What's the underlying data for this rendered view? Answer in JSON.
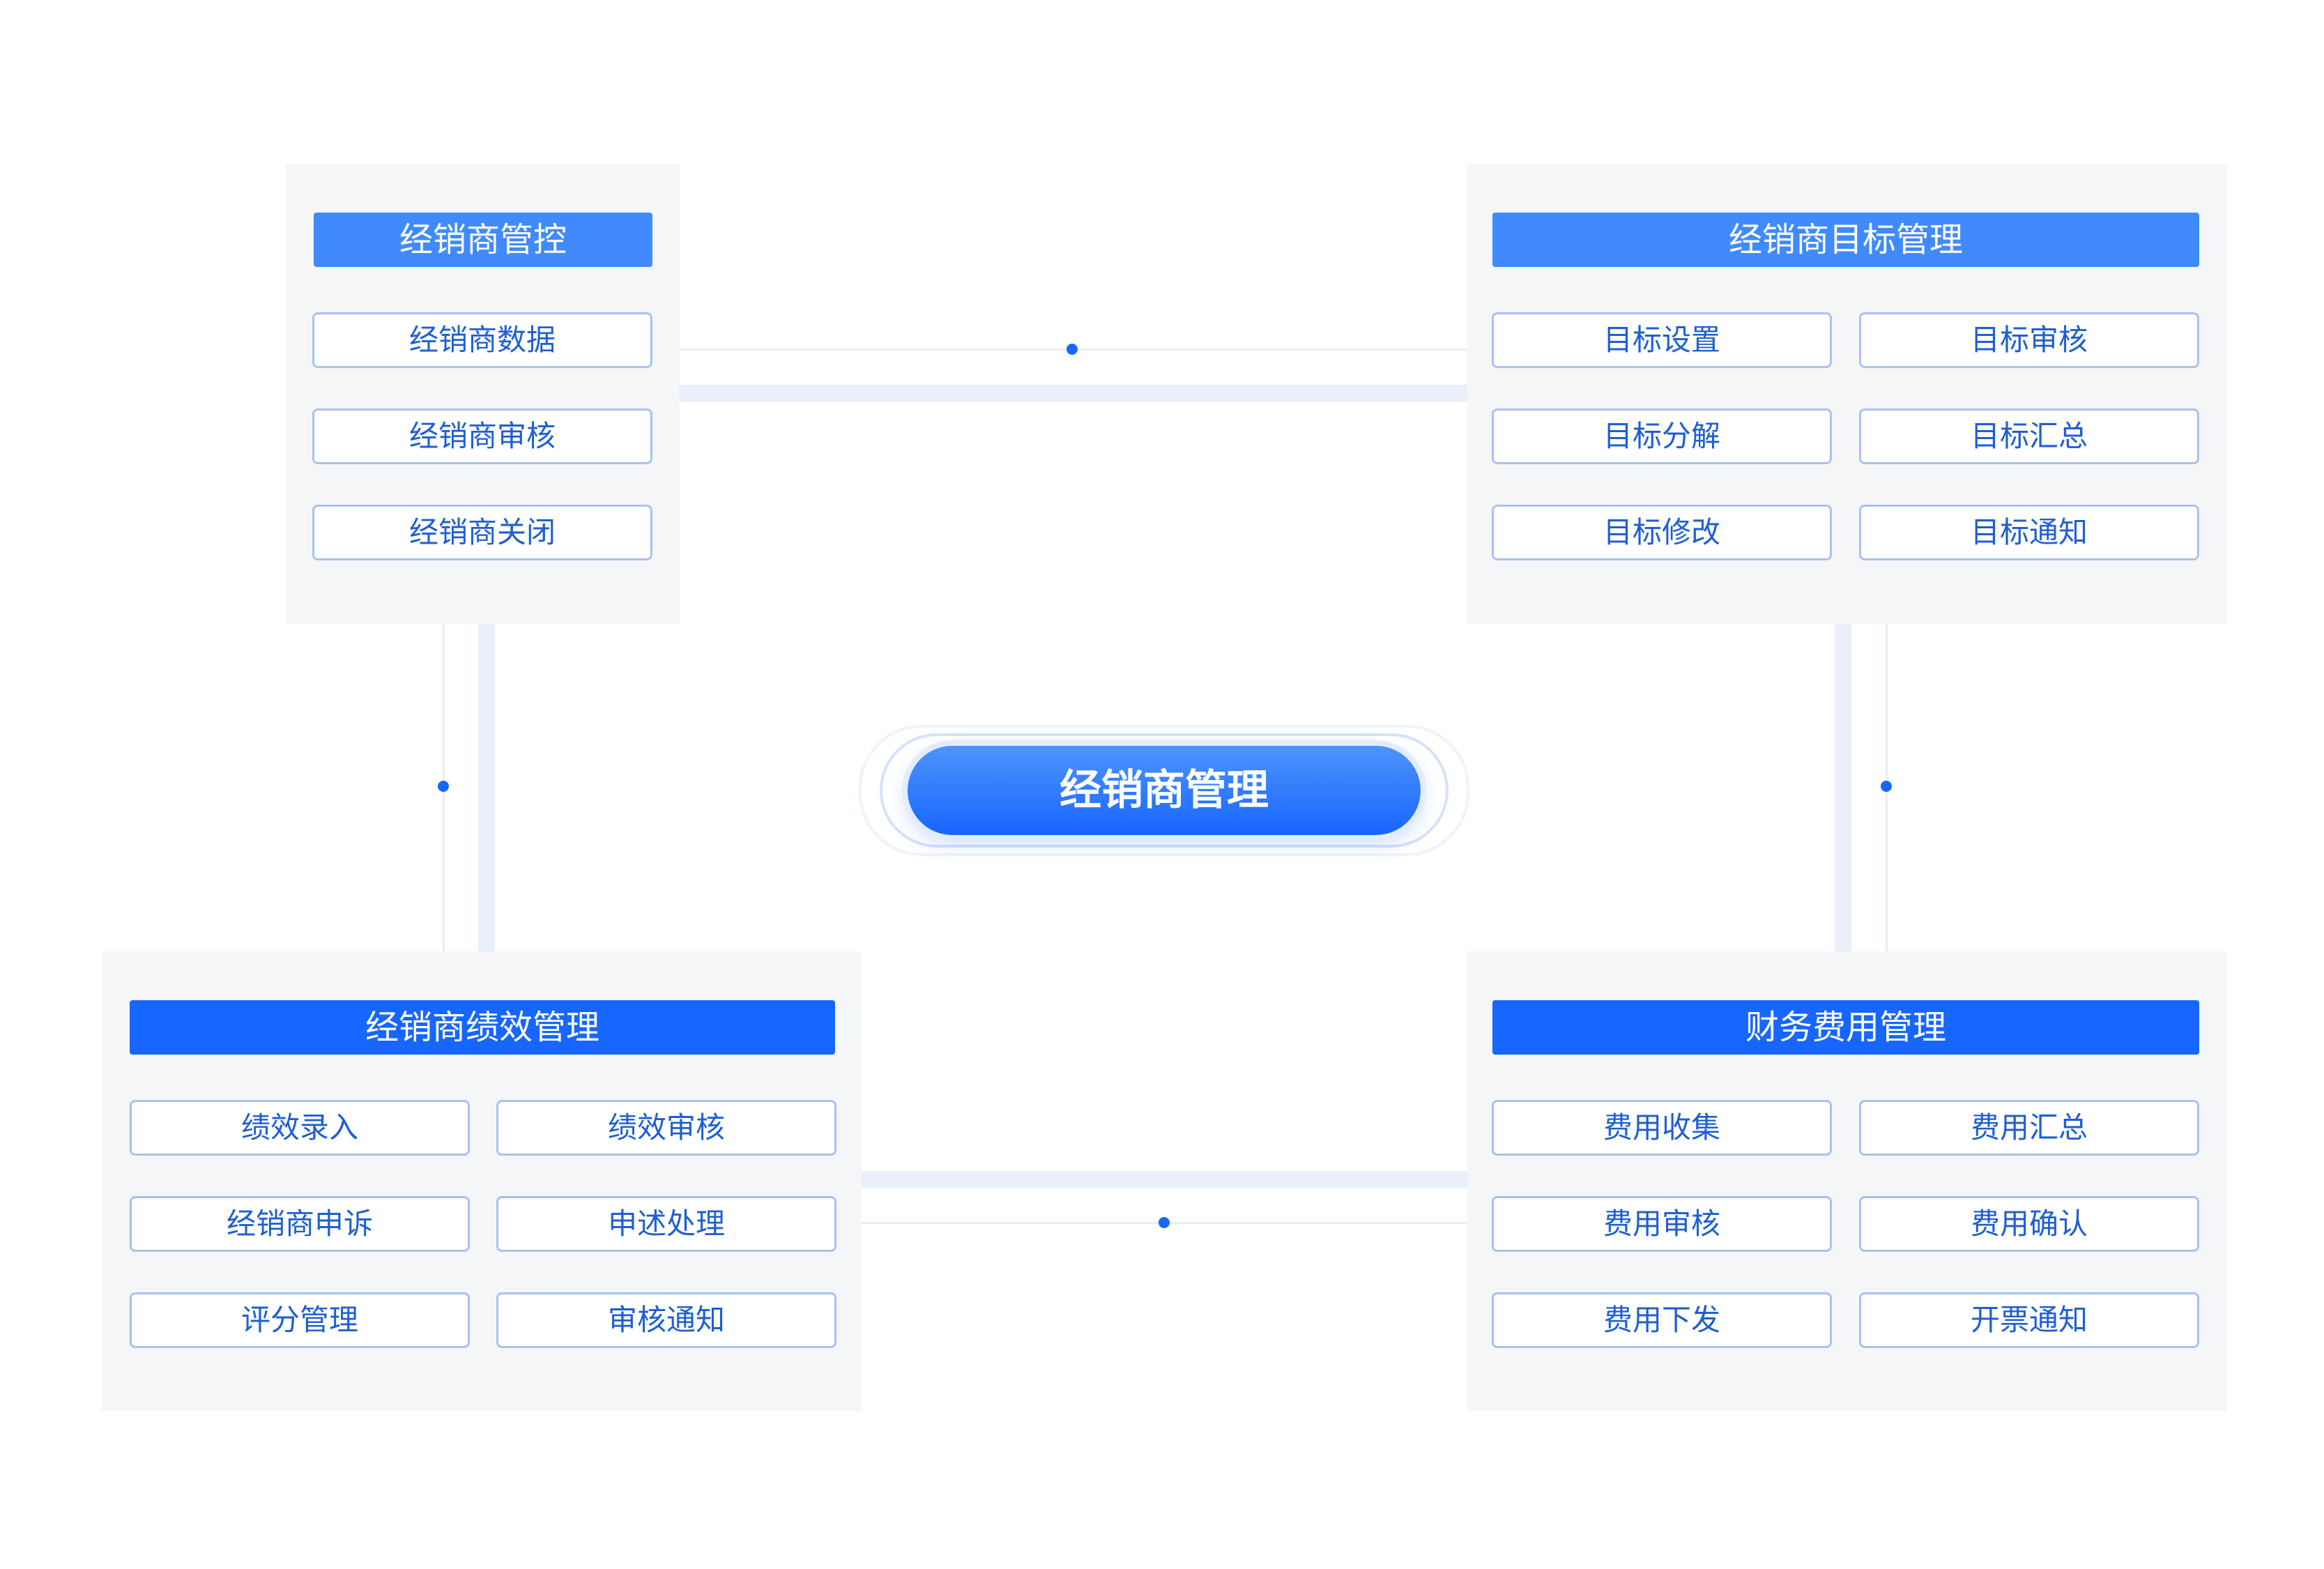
{
  "center": {
    "label": "经销商管理"
  },
  "panels": {
    "top_left": {
      "title": "经销商管控",
      "items": [
        "经销商数据",
        "经销商审核",
        "经销商关闭"
      ]
    },
    "top_right": {
      "title": "经销商目标管理",
      "items": [
        "目标设置",
        "目标审核",
        "目标分解",
        "目标汇总",
        "目标修改",
        "目标通知"
      ]
    },
    "bottom_left": {
      "title": "经销商绩效管理",
      "items": [
        "绩效录入",
        "绩效审核",
        "经销商申诉",
        "申述处理",
        "评分管理",
        "审核通知"
      ]
    },
    "bottom_right": {
      "title": "财务费用管理",
      "items": [
        "费用收集",
        "费用汇总",
        "费用审核",
        "费用确认",
        "费用下发",
        "开票通知"
      ]
    }
  },
  "colors": {
    "header_light": "#418afd",
    "header_dark": "#1766ff",
    "item_text": "#1f5fd1",
    "panel_bg": "#f5f6f8",
    "connector": "#e9effb"
  }
}
